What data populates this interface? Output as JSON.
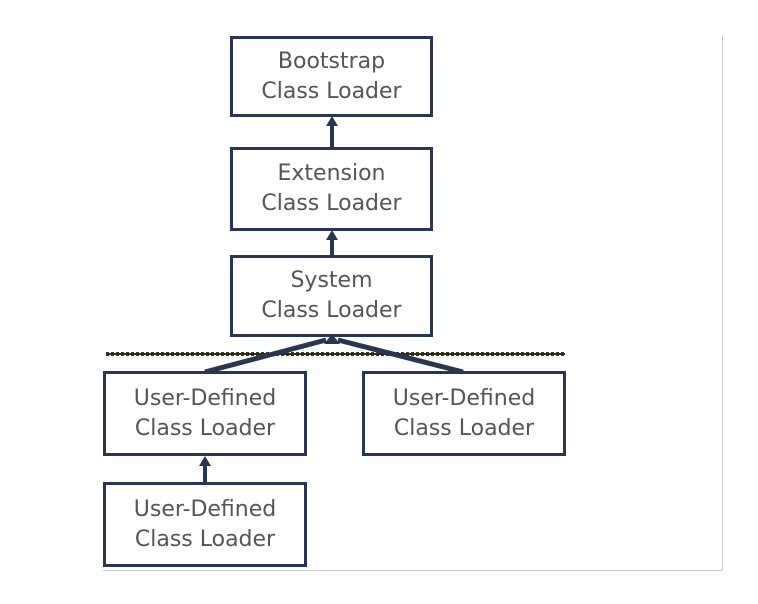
{
  "nodes": {
    "bootstrap": {
      "line1": "Bootstrap",
      "line2": "Class Loader"
    },
    "extension": {
      "line1": "Extension",
      "line2": "Class Loader"
    },
    "system": {
      "line1": "System",
      "line2": "Class Loader"
    },
    "user_defined_left": {
      "line1": "User-Defined",
      "line2": "Class Loader"
    },
    "user_defined_right": {
      "line1": "User-Defined",
      "line2": "Class Loader"
    },
    "user_defined_bottom": {
      "line1": "User-Defined",
      "line2": "Class Loader"
    }
  },
  "colors": {
    "box_border": "#2a3550",
    "text": "#555555",
    "divider": "#3a3a22"
  }
}
